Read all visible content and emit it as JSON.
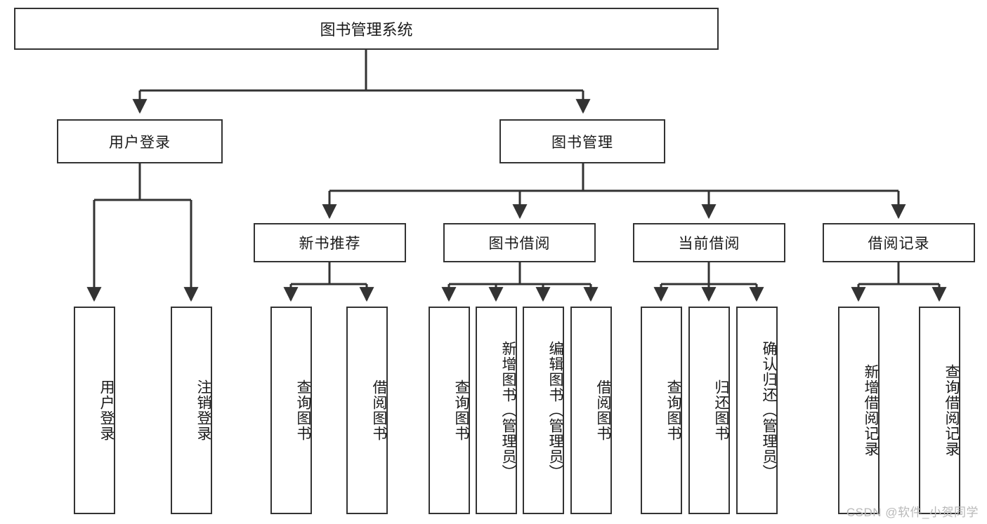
{
  "diagram": {
    "title": "图书管理系统",
    "type": "tree",
    "watermark": "CSDN @软件_小贺同学",
    "stroke_color": "#333333",
    "background_color": "#ffffff",
    "nodes": {
      "root": "图书管理系统",
      "level2": {
        "user_login": "用户登录",
        "book_manage": "图书管理"
      },
      "level3": {
        "new_book_recommend": "新书推荐",
        "book_borrow": "图书借阅",
        "current_borrow": "当前借阅",
        "borrow_record": "借阅记录"
      },
      "leaves": {
        "user_login_children": [
          "用户登录",
          "注销登录"
        ],
        "new_book_recommend_children": [
          "查询图书",
          "借阅图书"
        ],
        "book_borrow_children": [
          "查询图书",
          "新增图书（管理员）",
          "编辑图书（管理员）",
          "借阅图书"
        ],
        "current_borrow_children": [
          "查询图书",
          "归还图书",
          "确认归还（管理员）"
        ],
        "borrow_record_children": [
          "新增借阅记录",
          "查询借阅记录"
        ]
      }
    }
  }
}
